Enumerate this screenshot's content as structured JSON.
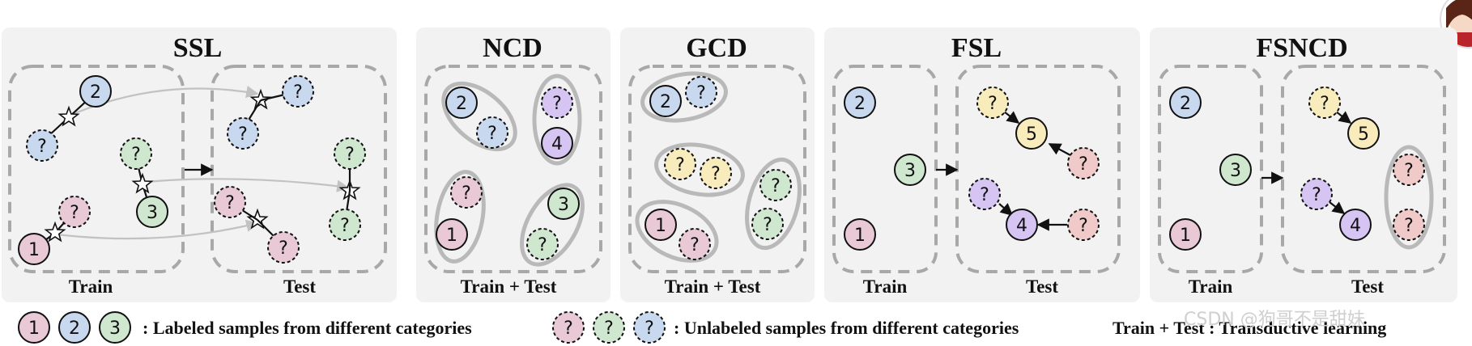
{
  "colors": {
    "c1": "#e8c9d5",
    "c2": "#c8d8ef",
    "c3": "#cfe6cf",
    "c4": "#d6c4f3",
    "c5": "#f8ecbd",
    "cpink": "#f0c9c9",
    "cyellow": "#f8ecbd"
  },
  "panels": {
    "ssl": {
      "title": "SSL",
      "train_label": "Train",
      "test_label": "Test"
    },
    "ncd": {
      "title": "NCD",
      "label": "Train + Test"
    },
    "gcd": {
      "title": "GCD",
      "label": "Train + Test"
    },
    "fsl": {
      "title": "FSL",
      "train_label": "Train",
      "test_label": "Test"
    },
    "fsncd": {
      "title": "FSNCD",
      "train_label": "Train",
      "test_label": "Test"
    }
  },
  "node_text": {
    "one": "1",
    "two": "2",
    "three": "3",
    "four": "4",
    "five": "5",
    "unknown": "?"
  },
  "legend": {
    "labeled": ": Labeled samples from different categories",
    "unlabeled": ": Unlabeled samples  from different categories",
    "transductive": "Train + Test : Transductive learning"
  },
  "watermark": "CSDN @狗哥不是甜妹"
}
